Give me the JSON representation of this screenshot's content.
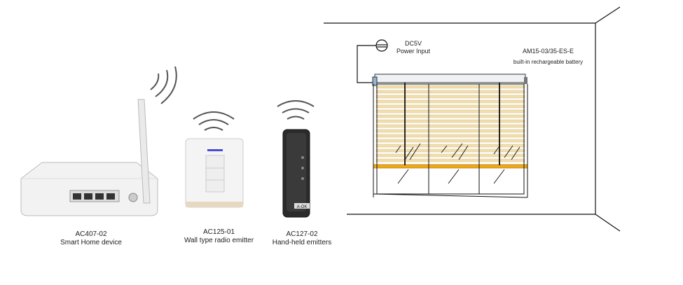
{
  "devices": [
    {
      "model": "AC407-02",
      "desc": "Smart Home device"
    },
    {
      "model": "AC125-01",
      "desc": "Wall type radio emitter"
    },
    {
      "model": "AC127-02",
      "desc": "Hand-held emitters"
    }
  ],
  "remote_brand": "A-OK",
  "power": {
    "voltage": "DC5V",
    "desc": "Power Input"
  },
  "motor": {
    "model": "AM15-03/35-ES-E",
    "desc": "built-in rechargeable battery"
  },
  "colors": {
    "slat": "#f3dfae",
    "bottom_bar": "#f0a818",
    "line": "#111111"
  }
}
